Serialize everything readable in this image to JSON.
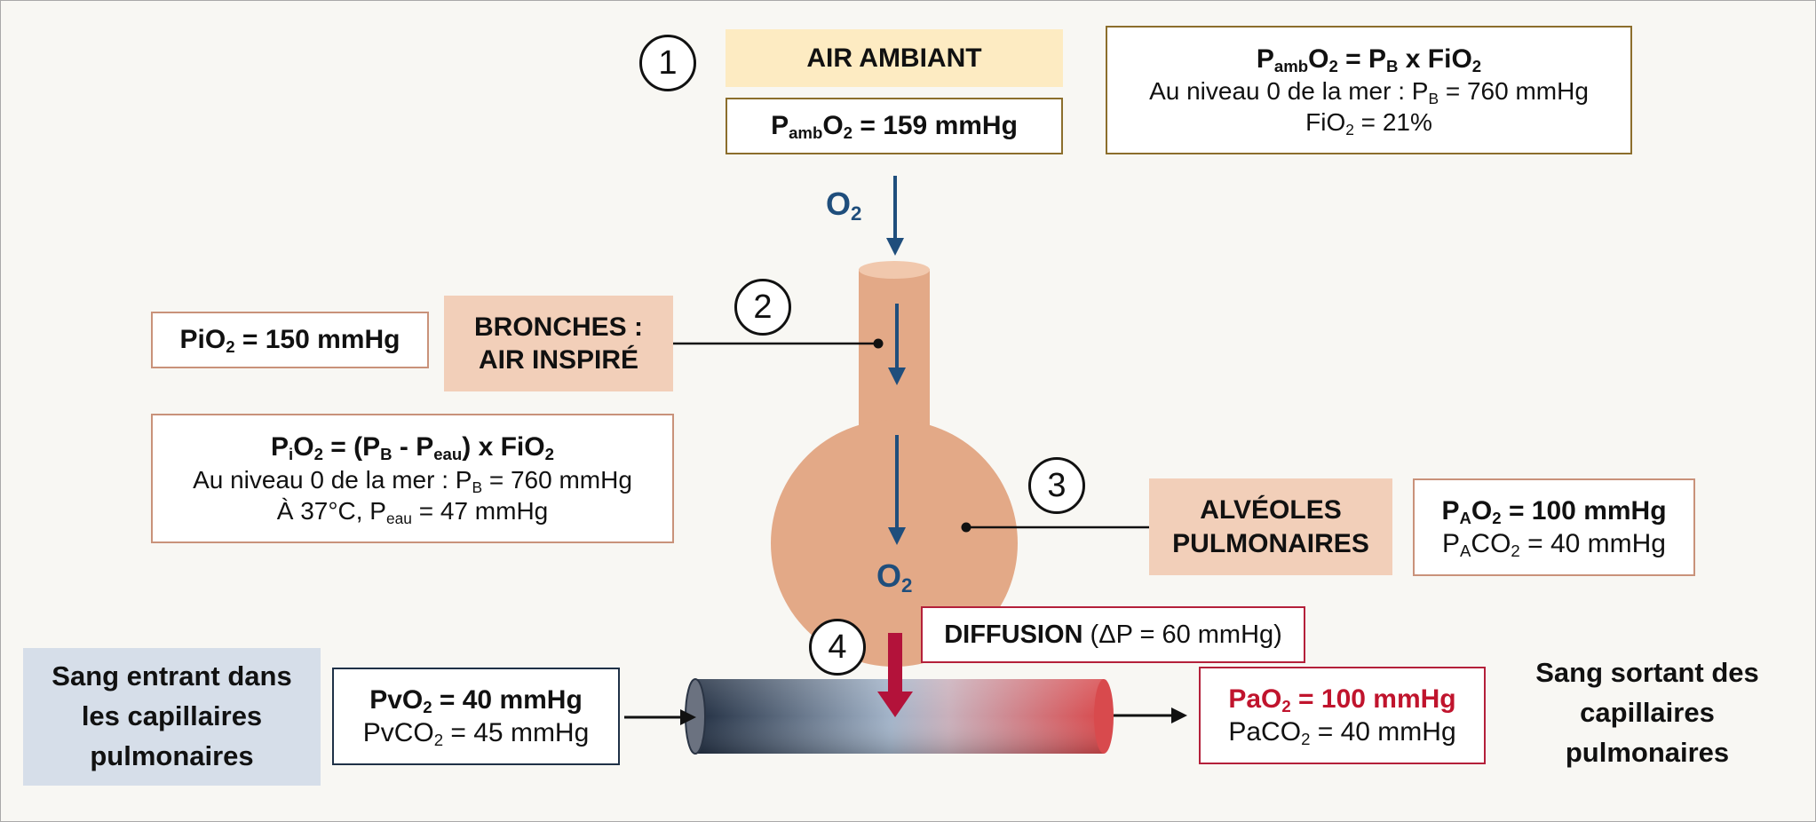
{
  "steps": [
    "1",
    "2",
    "3",
    "4"
  ],
  "air_ambiant": {
    "label": "AIR AMBIANT",
    "pamb_p": "P",
    "pamb_sub": "amb",
    "pamb_rest": "O",
    "pamb_two": "2",
    "pamb_value": " = 159 mmHg"
  },
  "formula_amb": {
    "a": "P",
    "a_sub": "amb",
    "b": "O",
    "b_sub": "2",
    "c": " = P",
    "c_sub": "B",
    "d": " x FiO",
    "d_sub": "2",
    "line2_a": "Au niveau 0 de la mer : P",
    "line2_sub": "B",
    "line2_b": " = 760 mmHg",
    "line3_a": "FiO",
    "line3_sub": "2",
    "line3_b": " = 21%"
  },
  "o2_label": "O",
  "o2_sub": "2",
  "pio2": {
    "a": "PiO",
    "sub": "2",
    "b": " = 150 mmHg"
  },
  "bronches": {
    "line1": "BRONCHES :",
    "line2": "AIR INSPIRÉ"
  },
  "formula_insp": {
    "a": "P",
    "a_sub": "i",
    "b": "O",
    "b_sub": "2",
    "c": " = (P",
    "c_sub": "B",
    "d": " - P",
    "d_sub": "eau",
    "e": ") x FiO",
    "e_sub": "2",
    "line2_a": "Au niveau 0 de la mer : P",
    "line2_sub": "B",
    "line2_b": " = 760 mmHg",
    "line3_a": "À 37°C, P",
    "line3_sub": "eau",
    "line3_b": " = 47 mmHg"
  },
  "alveoles": {
    "line1": "ALVÉOLES",
    "line2": "PULMONAIRES"
  },
  "pao2_alv": {
    "a": "P",
    "a_sub": "A",
    "b": "O",
    "b_sub": "2",
    "c": " = 100 mmHg",
    "line2_a": "P",
    "line2_sub": "A",
    "line2_b": "CO",
    "line2_sub2": "2",
    "line2_c": " = 40 mmHg"
  },
  "diffusion": {
    "bold": "DIFFUSION",
    "rest": " (ΔP = 60 mmHg)"
  },
  "sang_entrant": {
    "line1": "Sang entrant dans",
    "line2": "les capillaires",
    "line3": "pulmonaires"
  },
  "venous": {
    "a": "PvO",
    "a_sub": "2",
    "b": " = 40 mmHg",
    "line2_a": "PvCO",
    "line2_sub": "2",
    "line2_b": " = 45 mmHg"
  },
  "arterial": {
    "a": "PaO",
    "a_sub": "2",
    "b": " = 100 mmHg",
    "line2_a": "PaCO",
    "line2_sub": "2",
    "line2_b": " = 40 mmHg"
  },
  "sang_sortant": {
    "line1": "Sang sortant des",
    "line2": "capillaires",
    "line3": "pulmonaires"
  },
  "colors": {
    "flask": "#e3a987",
    "arrow_blue": "#1f4e7c",
    "arrow_red": "#b3123a",
    "venous_blue": "#222f42",
    "arterial_red": "#d84a4d"
  }
}
